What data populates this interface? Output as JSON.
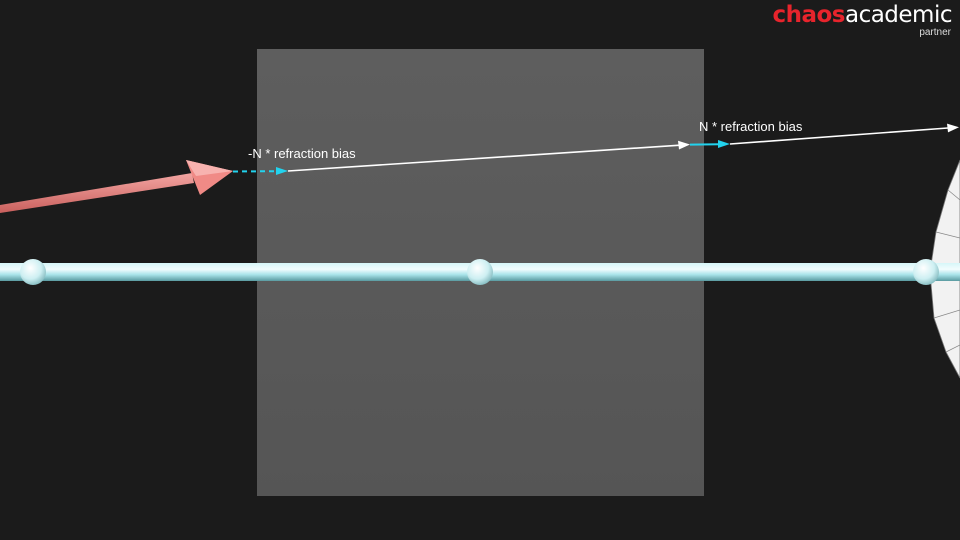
{
  "labels": {
    "neg_bias": "-N * refraction bias",
    "pos_bias": "N * refraction bias"
  },
  "logo": {
    "brand_a": "chaos",
    "brand_b": "academic",
    "sub": "partner"
  },
  "colors": {
    "background": "#1b1b1b",
    "slab": "#5a5a5a",
    "incoming_ray": "#e7827f",
    "bias_offset": "#22d3ee",
    "refracted_ray": "#ffffff",
    "axis_cylinder": "#bfeef2",
    "logo_red": "#e8242c"
  }
}
